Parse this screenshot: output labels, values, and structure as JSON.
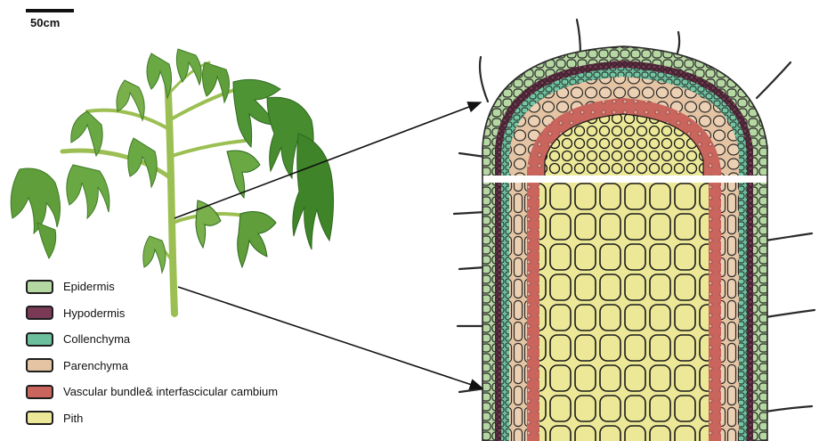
{
  "scale_bar": {
    "label": "50cm"
  },
  "legend": [
    {
      "label": "Epidermis",
      "color": "#b5d7a1"
    },
    {
      "label": "Hypodermis",
      "color": "#7a3a55"
    },
    {
      "label": "Collenchyma",
      "color": "#6cbf9c"
    },
    {
      "label": "Parenchyma",
      "color": "#e4c4a3"
    },
    {
      "label": "Vascular bundle& interfascicular cambium",
      "color": "#c9655c"
    },
    {
      "label": "Pith",
      "color": "#ece897"
    }
  ]
}
